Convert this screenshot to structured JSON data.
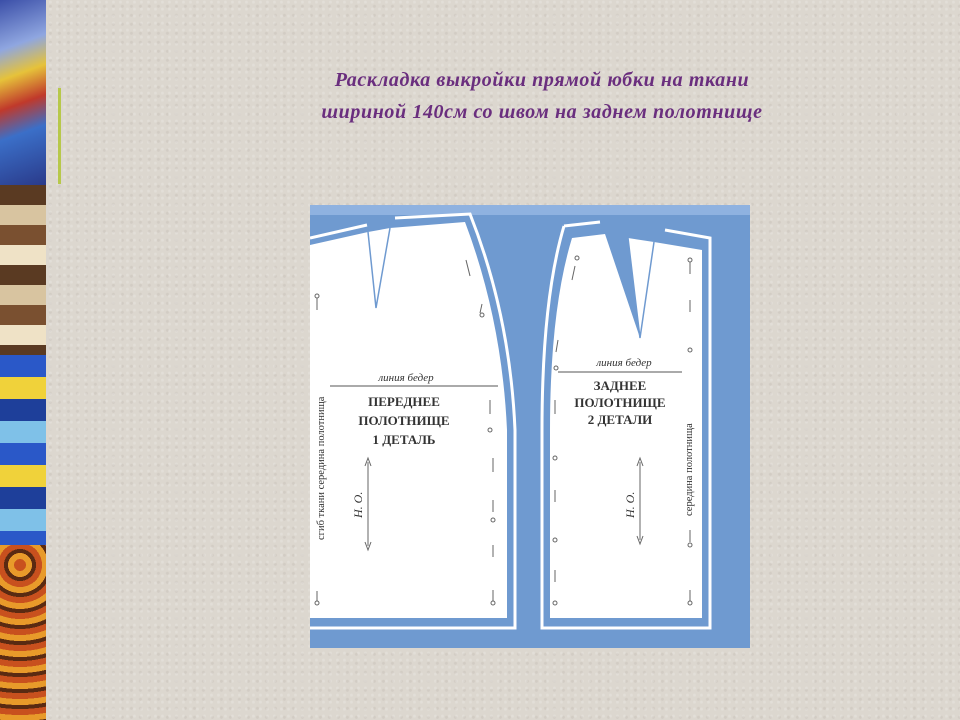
{
  "title": {
    "line1": "Раскладка выкройки прямой юбки  на ткани",
    "line2": "шириной 140см со швом на заднем полотнище"
  },
  "pattern": {
    "front_hip_line": "линия бедер",
    "front_name_line1": "ПЕРЕДНЕЕ",
    "front_name_line2": "ПОЛОТНИЩЕ",
    "front_name_line3": "1 ДЕТАЛЬ",
    "front_fold_label": "сгиб ткани середина полотнища",
    "front_grain": "Н. О.",
    "back_hip_line": "линия бедер",
    "back_name_line1": "ЗАДНЕЕ",
    "back_name_line2": "ПОЛОТНИЩЕ",
    "back_name_line3": "2 ДЕТАЛИ",
    "back_center_label": "середина полотнища",
    "back_grain": "Н. О."
  },
  "colors": {
    "title": "#6a2e7e",
    "fabric_blue": "#6f9ad0",
    "piece_fill": "#ffffff",
    "accent_line": "#b7c84a"
  }
}
